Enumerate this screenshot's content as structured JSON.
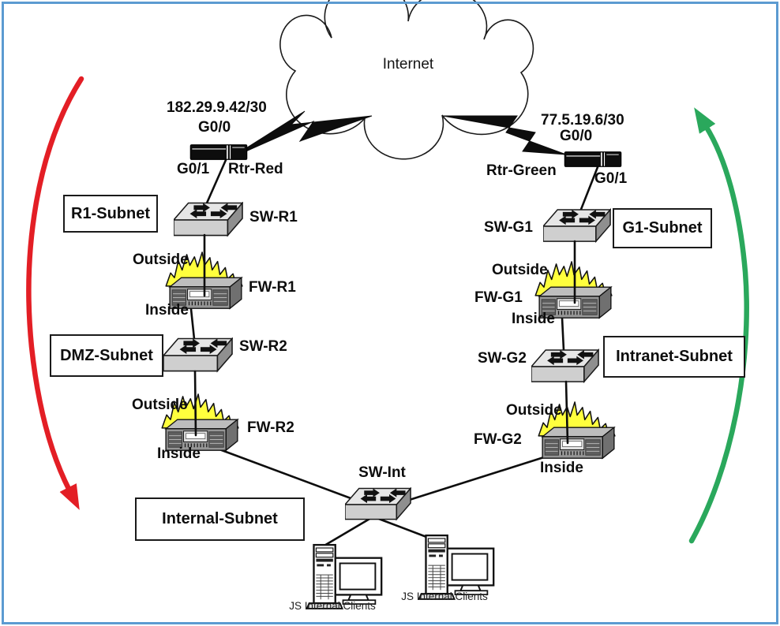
{
  "colors": {
    "border_blue": "#5C9BD1",
    "arrow_red": "#E31E25",
    "arrow_green": "#2AA85C",
    "flame_yellow": "#FFFF3D"
  },
  "cloud": {
    "label": "Internet"
  },
  "routers": {
    "red": {
      "name": "Rtr-Red",
      "wan_ip": "182.29.9.42/30",
      "wan_if": "G0/0",
      "lan_if": "G0/1"
    },
    "green": {
      "name": "Rtr-Green",
      "wan_ip": "77.5.19.6/30",
      "wan_if": "G0/0",
      "lan_if": "G0/1"
    }
  },
  "switches": {
    "sw_r1": {
      "name": "SW-R1"
    },
    "sw_r2": {
      "name": "SW-R2"
    },
    "sw_g1": {
      "name": "SW-G1"
    },
    "sw_g2": {
      "name": "SW-G2"
    },
    "sw_int": {
      "name": "SW-Int"
    }
  },
  "firewalls": {
    "fw_r1": {
      "name": "FW-R1",
      "outside_label": "Outside",
      "inside_label": "Inside"
    },
    "fw_r2": {
      "name": "FW-R2",
      "outside_label": "Outside",
      "inside_label": "Inside"
    },
    "fw_g1": {
      "name": "FW-G1",
      "outside_label": "Outside",
      "inside_label": "Inside"
    },
    "fw_g2": {
      "name": "FW-G2",
      "outside_label": "Outside",
      "inside_label": "Inside"
    }
  },
  "subnet_boxes": {
    "r1": {
      "label": "R1-Subnet"
    },
    "dmz": {
      "label": "DMZ-Subnet"
    },
    "internal": {
      "label": "Internal-Subnet"
    },
    "g1": {
      "label": "G1-Subnet"
    },
    "intranet": {
      "label": "Intranet-Subnet"
    }
  },
  "clients": {
    "left": {
      "label": "JS Internal Clients"
    },
    "right": {
      "label": "JS Internal Clients"
    }
  }
}
